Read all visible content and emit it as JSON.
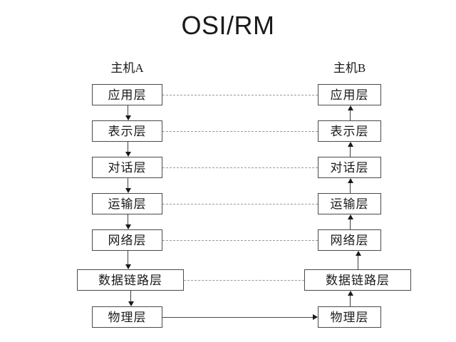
{
  "diagram": {
    "title": "OSI/RM",
    "background_color": "#ffffff",
    "box_border_color": "#4a4a4a",
    "peer_link_color": "#9a9a9a",
    "arrow_color": "#1a1a1a"
  },
  "columns": {
    "left": {
      "header": "主机A"
    },
    "right": {
      "header": "主机B"
    }
  },
  "layers": [
    {
      "name": "application",
      "left_label": "应用层",
      "right_label": "应用层",
      "peer_link": "dashed"
    },
    {
      "name": "presentation",
      "left_label": "表示层",
      "right_label": "表示层",
      "peer_link": "dashed"
    },
    {
      "name": "session",
      "left_label": "对话层",
      "right_label": "对话层",
      "peer_link": "dashed"
    },
    {
      "name": "transport",
      "left_label": "运输层",
      "right_label": "运输层",
      "peer_link": "dashed"
    },
    {
      "name": "network",
      "left_label": "网络层",
      "right_label": "网络层",
      "peer_link": "dashed"
    },
    {
      "name": "datalink",
      "left_label": "数据链路层",
      "right_label": "数据链路层",
      "peer_link": "dashed"
    },
    {
      "name": "physical",
      "left_label": "物理层",
      "right_label": "物理层",
      "peer_link": "solid-arrow"
    }
  ],
  "flow": {
    "left_column_direction": "down",
    "right_column_direction": "up"
  }
}
